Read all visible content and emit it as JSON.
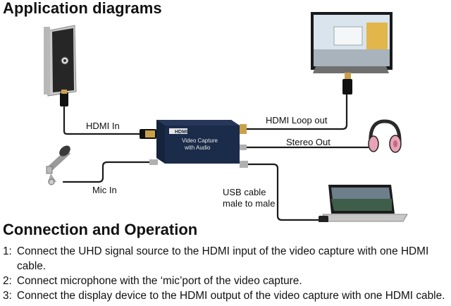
{
  "header": {
    "title": "Application diagrams"
  },
  "diagram": {
    "device_logo": "HDMI",
    "device_line1": "Video Capture",
    "device_line2": "with Audio",
    "labels": {
      "hdmi_in": "HDMI In",
      "hdmi_loop_out": "HDMI Loop out",
      "stereo_out": "Stereo Out",
      "mic_in": "Mic In",
      "usb_line1": "USB cable",
      "usb_line2": "male to male"
    }
  },
  "section": {
    "title": "Connection and Operation"
  },
  "steps": [
    {
      "num": "1:",
      "text": "Connect the UHD signal source to the HDMI input of the video capture with one HDMI cable."
    },
    {
      "num": "2:",
      "text": "Connect microphone with the ‘mic’port of the video capture."
    },
    {
      "num": "3:",
      "text": "Connect the display device to the HDMI output of the video capture with one HDMI cable."
    }
  ]
}
